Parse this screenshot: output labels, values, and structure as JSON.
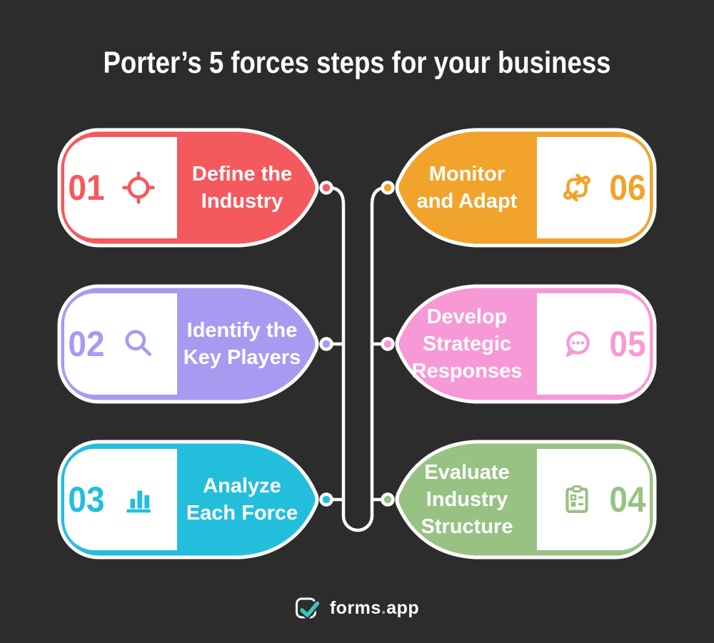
{
  "title": "Porter’s 5 forces steps for your business",
  "background_color": "#2c2c2c",
  "line_color": "#ffffff",
  "steps": [
    {
      "number": "01",
      "label_lines": [
        "Define the",
        "Industry"
      ],
      "color": "#f4595d",
      "icon": "target-icon",
      "side": "left",
      "row": 1
    },
    {
      "number": "02",
      "label_lines": [
        "Identify the",
        "Key Players"
      ],
      "color": "#a99af1",
      "icon": "search-icon",
      "side": "left",
      "row": 2
    },
    {
      "number": "03",
      "label_lines": [
        "Analyze",
        "Each Force"
      ],
      "color": "#24bedd",
      "icon": "bar-chart-icon",
      "side": "left",
      "row": 3
    },
    {
      "number": "04",
      "label_lines": [
        "Evaluate",
        "Industry",
        "Structure"
      ],
      "color": "#98c284",
      "icon": "clipboard-icon",
      "side": "right",
      "row": 3
    },
    {
      "number": "05",
      "label_lines": [
        "Develop",
        "Strategic",
        "Responses"
      ],
      "color": "#f799d6",
      "icon": "chat-icon",
      "side": "right",
      "row": 2
    },
    {
      "number": "06",
      "label_lines": [
        "Monitor",
        "and Adapt"
      ],
      "color": "#f1a32b",
      "icon": "sync-icon",
      "side": "right",
      "row": 1
    }
  ],
  "footer": {
    "brand_primary": "forms",
    "brand_dot": ".",
    "brand_secondary": "app",
    "accent_color": "#3bc5c0"
  }
}
